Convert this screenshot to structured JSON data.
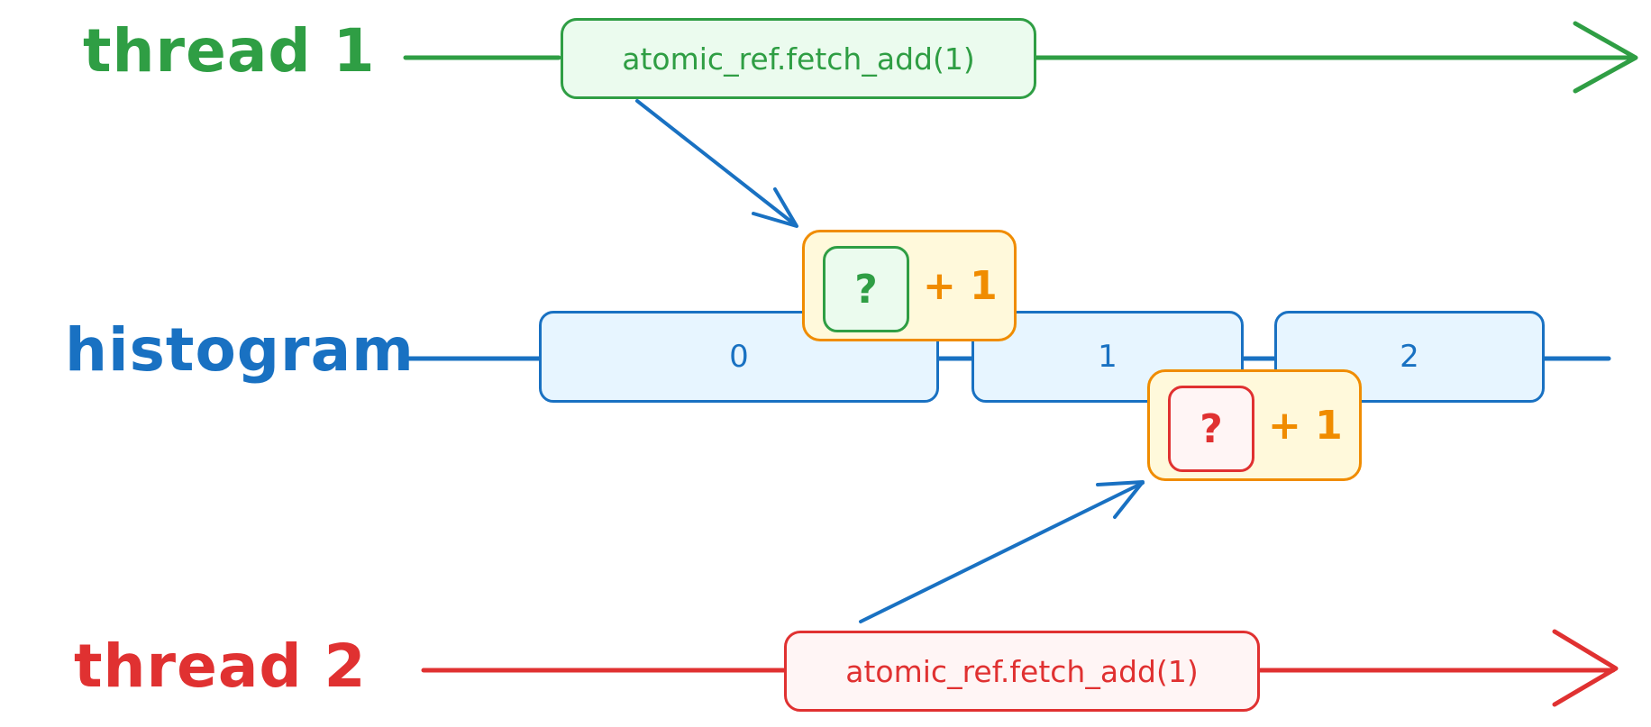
{
  "lanes": {
    "thread1": {
      "label": "thread 1",
      "color": "#2f9e44"
    },
    "histogram": {
      "label": "histogram",
      "color": "#1971c2"
    },
    "thread2": {
      "label": "thread 2",
      "color": "#e03131"
    }
  },
  "operations": {
    "thread1_op": {
      "label": "atomic_ref.fetch_add(1)",
      "border": "#2f9e44",
      "fill": "#ebfbee"
    },
    "thread2_op": {
      "label": "atomic_ref.fetch_add(1)",
      "border": "#e03131",
      "fill": "#fff5f5"
    }
  },
  "buckets": [
    {
      "label": "0"
    },
    {
      "label": "1"
    },
    {
      "label": "2"
    }
  ],
  "increments": {
    "thread1": {
      "unknown": "?",
      "addend": "+ 1"
    },
    "thread2": {
      "unknown": "?",
      "addend": "+ 1"
    }
  },
  "colors": {
    "increment_border": "#f08c00",
    "increment_fill": "#fff9db",
    "bucket_fill": "#e7f5ff"
  }
}
